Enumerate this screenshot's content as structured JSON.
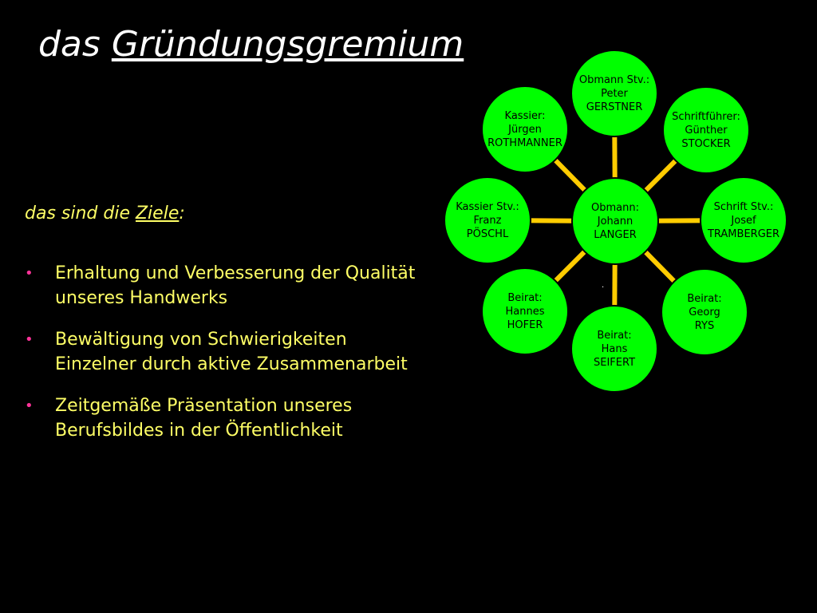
{
  "title": {
    "prefix": "das ",
    "underlined": "Gründungsgremium"
  },
  "goals": {
    "heading_prefix": "das sind die ",
    "heading_underlined": "Ziele",
    "heading_suffix": ":",
    "bullet": "•",
    "items": [
      "Erhaltung und Verbesserung der Qualität unseres Handwerks",
      "Bewältigung von Schwierigkeiten Einzelner durch aktive Zusammenarbeit",
      "Zeitgemäße Präsentation unseres Berufsbildes in der Öffentlichkeit"
    ]
  },
  "colors": {
    "node_fill": "#00ff00",
    "connector": "#ffcc00",
    "node_stroke": "#000000"
  },
  "org_chart": {
    "center": {
      "lines": [
        "Obmann:",
        "Johann",
        "LANGER"
      ]
    },
    "members": [
      {
        "id": "obmann-stv",
        "lines": [
          "Obmann Stv.:",
          "Peter",
          "GERSTNER"
        ]
      },
      {
        "id": "schriftfuehrer",
        "lines": [
          "Schriftführer:",
          "Günther",
          "STOCKER"
        ]
      },
      {
        "id": "schrift-stv",
        "lines": [
          "Schrift Stv.:",
          "Josef",
          "TRAMBERGER"
        ]
      },
      {
        "id": "beirat-rys",
        "lines": [
          "Beirat:",
          "Georg",
          "RYS"
        ]
      },
      {
        "id": "beirat-seifert",
        "lines": [
          "Beirat:",
          "Hans",
          "SEIFERT"
        ]
      },
      {
        "id": "beirat-hofer",
        "lines": [
          "Beirat:",
          "Hannes",
          "HOFER"
        ]
      },
      {
        "id": "kassier-stv",
        "lines": [
          "Kassier Stv.:",
          "Franz",
          "PÖSCHL"
        ]
      },
      {
        "id": "kassier",
        "lines": [
          "Kassier:",
          "Jürgen",
          "ROTHMANNER"
        ]
      }
    ],
    "stray_mark": "."
  }
}
